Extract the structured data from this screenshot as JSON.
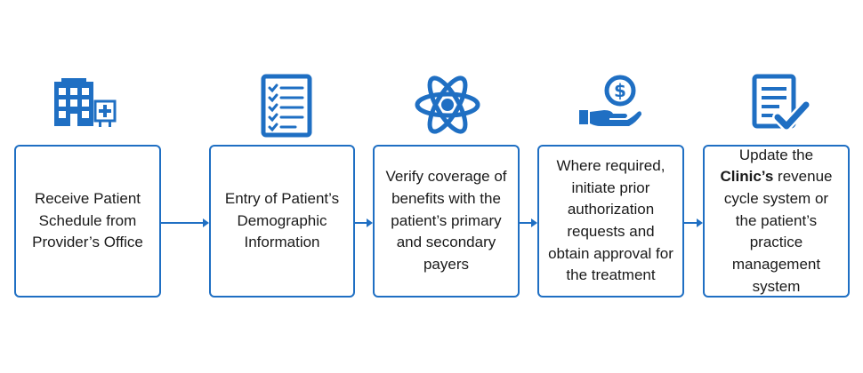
{
  "accent_color": "#1f6fc3",
  "steps": [
    {
      "icon": "hospital-icon",
      "lines": [
        "Receive Patient",
        "Schedule from",
        "Provider’s Office"
      ]
    },
    {
      "icon": "checklist-icon",
      "lines": [
        "Entry of Patient’s",
        "Demographic",
        "Information"
      ]
    },
    {
      "icon": "atom-icon",
      "lines": [
        "Verify coverage of",
        "benefits with the",
        "patient’s primary",
        "and secondary",
        "payers"
      ]
    },
    {
      "icon": "hand-dollar-icon",
      "lines": [
        "Where required,",
        "initiate prior",
        "authorization",
        "requests and",
        "obtain approval for",
        "the treatment"
      ]
    },
    {
      "icon": "document-check-icon",
      "line1": "Update the",
      "line2_bold": "Clinic’s",
      "line2_rest": " revenue",
      "lines_after": [
        "cycle system or",
        "the patient’s",
        "practice",
        "management",
        "system"
      ]
    }
  ]
}
